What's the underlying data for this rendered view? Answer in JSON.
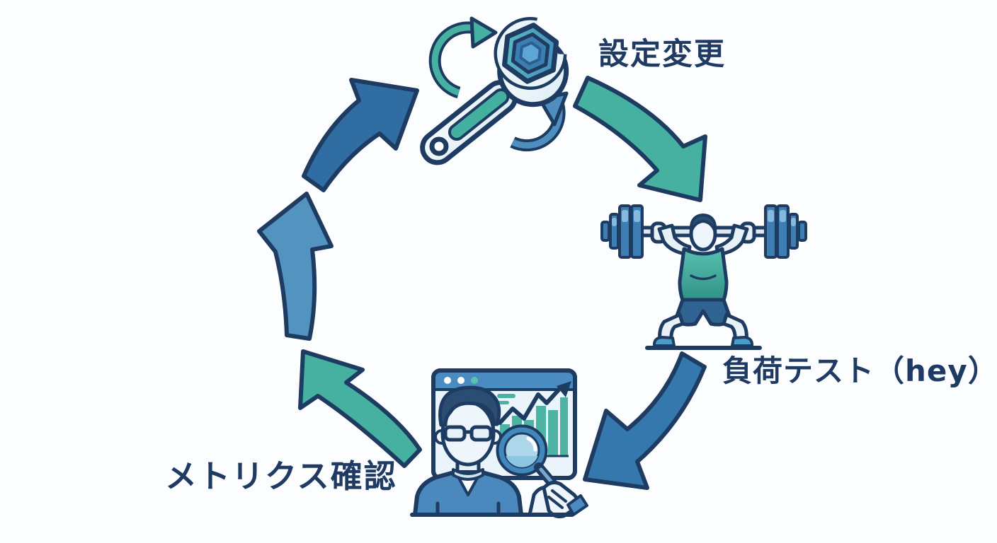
{
  "diagram": {
    "background_color": "#fcfdfe",
    "outline_color": "#1e3c61",
    "label_color": "#1f3b63",
    "nodes": [
      {
        "id": "config-change",
        "label": "設定変更",
        "icon": "wrench-nut-icon"
      },
      {
        "id": "load-test",
        "label": "負荷テスト（hey）",
        "icon": "weightlifter-icon"
      },
      {
        "id": "metrics-check",
        "label": "メトリクス確認",
        "icon": "analyst-magnifier-icon"
      }
    ],
    "arrows": [
      {
        "id": "config-to-load-test",
        "color": "#46b1a1"
      },
      {
        "id": "load-test-to-metrics",
        "color": "#3478ad"
      },
      {
        "id": "metrics-return-lower",
        "color": "#46b1a1"
      },
      {
        "id": "metrics-return-middle",
        "color": "#5293bf"
      },
      {
        "id": "metrics-return-upper",
        "color": "#2f6da3"
      },
      {
        "id": "wrench-rotate-teal",
        "color": "#46b1a1"
      },
      {
        "id": "wrench-rotate-blue",
        "color": "#4e8fc0"
      }
    ]
  }
}
